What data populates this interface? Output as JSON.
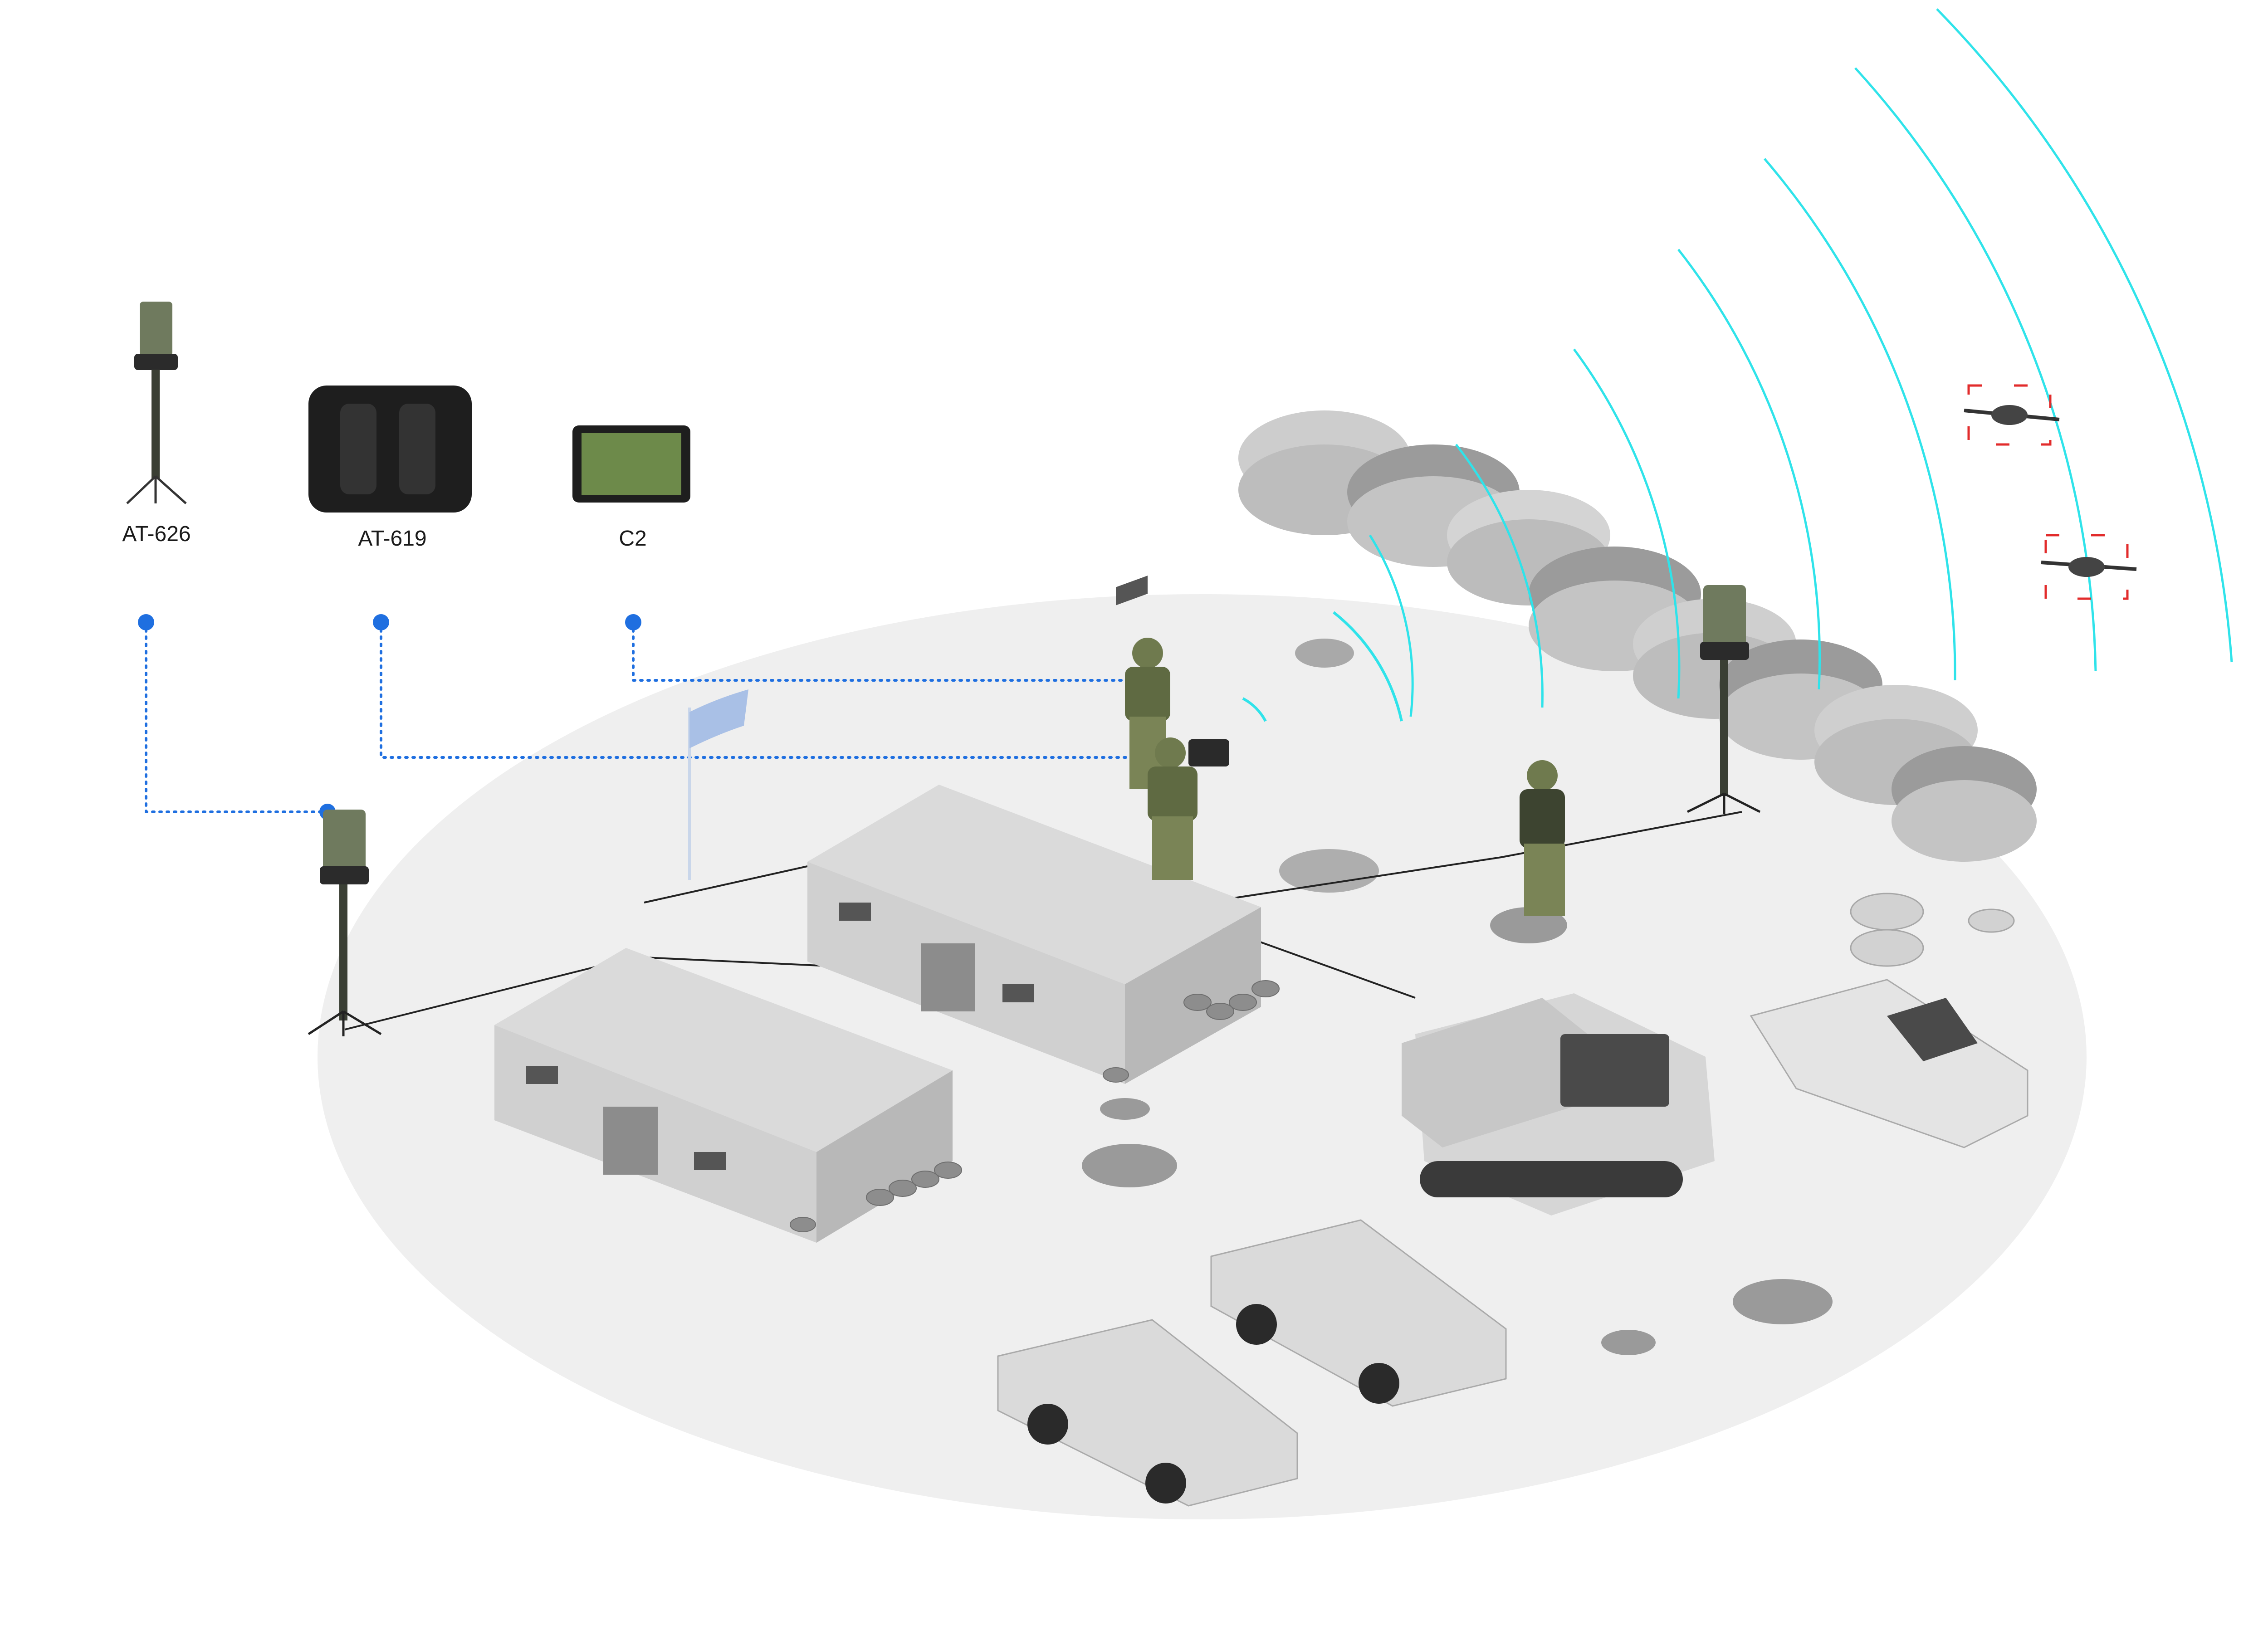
{
  "products": [
    {
      "id": "at626",
      "label": "AT-626"
    },
    {
      "id": "at619",
      "label": "AT-619"
    },
    {
      "id": "c2",
      "label": "C2"
    }
  ],
  "colors": {
    "ground": "#efefef",
    "link_dots": "#1f6fe0",
    "signal_waves": "#2fe3ea",
    "drone_target_box": "#e22b2b",
    "tent": "#d4d4d4",
    "vehicle": "#d9d9d9",
    "uniform": "#6f7a4e",
    "sandbag": "#c4c4c4"
  },
  "icons": [
    "antenna-mast-icon",
    "rugged-case-icon",
    "tablet-icon",
    "flag-icon",
    "tent-icon",
    "soldier-icon",
    "drone-icon",
    "rocket-launcher-icon",
    "armored-car-icon",
    "sandbag-icon",
    "barrel-icon"
  ]
}
